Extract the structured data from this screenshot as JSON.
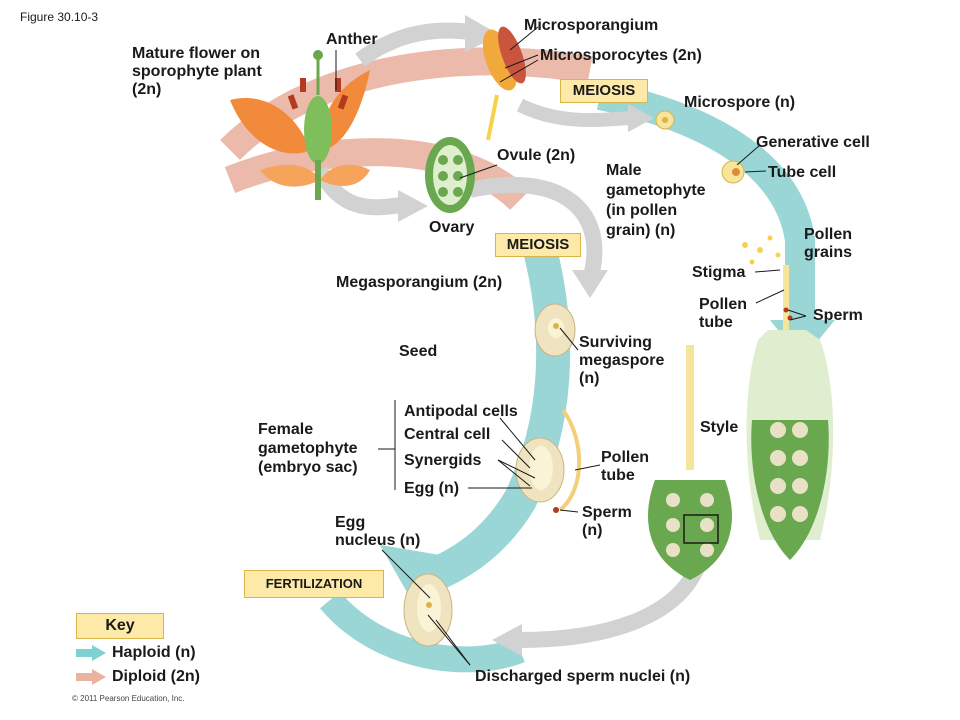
{
  "figure_label": "Figure 30.10-3",
  "labels": {
    "anther": "Anther",
    "mature_flower": [
      "Mature flower on",
      "sporophyte plant",
      "(2n)"
    ],
    "microsporangium": "Microsporangium",
    "microsporocytes": "Microsporocytes (2n)",
    "meiosis_top": "MEIOSIS",
    "microspore": "Microspore (n)",
    "generative_cell": "Generative cell",
    "tube_cell": "Tube cell",
    "ovule": "Ovule (2n)",
    "male_gametophyte": [
      "Male",
      "gametophyte",
      "(in pollen",
      "grain) (n)"
    ],
    "ovary": "Ovary",
    "meiosis_mid": "MEIOSIS",
    "pollen_grains": [
      "Pollen",
      "grains"
    ],
    "stigma": "Stigma",
    "megasporangium": "Megasporangium (2n)",
    "pollen_tube_right": [
      "Pollen",
      "tube"
    ],
    "sperm_right": "Sperm",
    "surviving_megaspore": [
      "Surviving",
      "megaspore",
      "(n)"
    ],
    "seed": "Seed",
    "antipodal_cells": "Antipodal cells",
    "central_cell": "Central cell",
    "synergids": "Synergids",
    "egg": "Egg (n)",
    "female_gametophyte": [
      "Female",
      "gametophyte",
      "(embryo sac)"
    ],
    "style": "Style",
    "pollen_tube_mid": [
      "Pollen",
      "tube"
    ],
    "sperm_mid": [
      "Sperm",
      "(n)"
    ],
    "egg_nucleus": [
      "Egg",
      "nucleus (n)"
    ],
    "fertilization": "FERTILIZATION",
    "discharged_sperm": "Discharged sperm nuclei (n)"
  },
  "key": {
    "title": "Key",
    "haploid": "Haploid (n)",
    "diploid": "Diploid (2n)"
  },
  "copyright": "© 2011 Pearson Education, Inc.",
  "colors": {
    "haploid": "#7fd0d0",
    "diploid": "#e9b3a2",
    "grey_arrow": "#cfcfcf",
    "box": "#fde9a8",
    "green_tissue": "#6aa84f",
    "petal": "#f28a3c"
  }
}
